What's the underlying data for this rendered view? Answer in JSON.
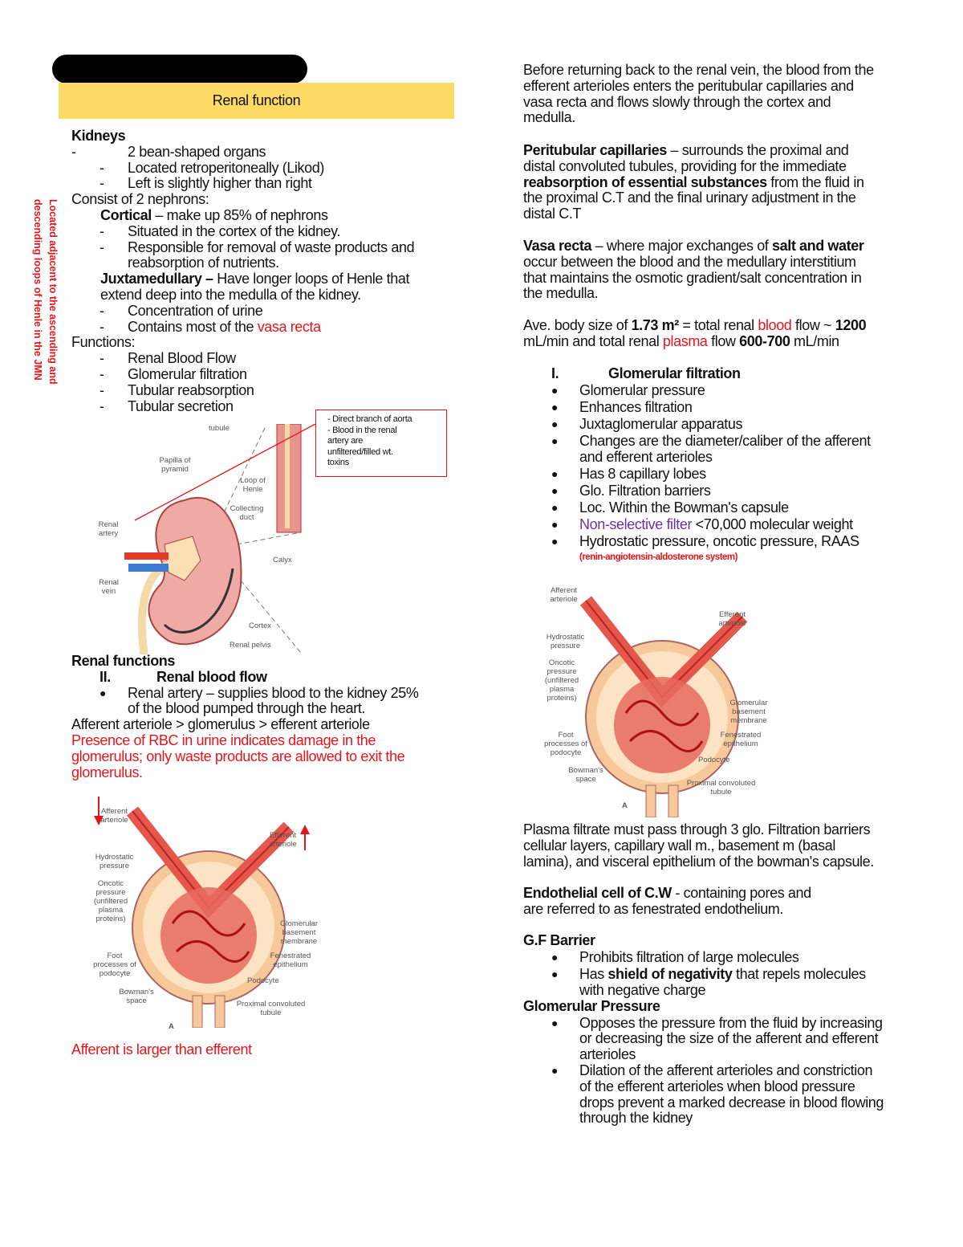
{
  "header": {
    "title": "Renal function",
    "accent": "#fdd966"
  },
  "side_note": {
    "lines": [
      "Located adjacent to the ascending and",
      "descending loops of Henle in the JMN"
    ]
  },
  "left": {
    "kidneys_heading": "Kidneys",
    "kidney_facts": [
      "2 bean-shaped organs",
      "Located retroperitoneally (Likod)",
      "Left is slightly higher than right"
    ],
    "nephrons_intro": "Consist of 2 nephrons:",
    "cortical": {
      "term": "Cortical",
      "desc": " – make up 85% of nephrons",
      "items": [
        "Situated in the cortex of the kidney.",
        "Responsible for removal of waste products and",
        "reabsorption of nutrients."
      ]
    },
    "juxta": {
      "term": "Juxtamedullary – ",
      "desc": "Have longer loops of Henle that",
      "desc2": "extend deep into the medulla of the kidney.",
      "items": [
        "Concentration of urine"
      ],
      "last_prefix": "Contains most of the ",
      "last_red": "vasa recta"
    },
    "functions_label": "Functions:",
    "functions": [
      "Renal Blood Flow",
      "Glomerular filtration",
      "Tubular reabsorption",
      "Tubular secretion"
    ],
    "callout": [
      "- Direct branch of aorta",
      "- Blood in the renal",
      "artery are",
      "unfiltered/filled wt.",
      "toxins"
    ],
    "kidney_diagram": {
      "labels": [
        "tubule",
        "Papilla of pyramid",
        "Loop of Henle",
        "Collecting duct",
        "Renal artery",
        "Calyx",
        "Renal vein",
        "Cortex",
        "Renal pelvis"
      ]
    },
    "renal_functions_heading": "Renal functions",
    "section2": {
      "num": "II.",
      "title": "Renal blood flow"
    },
    "renal_artery": [
      "Renal artery – supplies blood to the kidney 25%",
      "of the blood pumped through the heart."
    ],
    "path": "Afferent arteriole > glomerulus > efferent arteriole",
    "rbc_note": [
      "Presence of RBC in urine indicates damage in the",
      "glomerulus; only waste products are allowed to exit the",
      "glomerulus."
    ],
    "caption": "Afferent is larger than efferent"
  },
  "glomerulus_labels": {
    "afferent": "Afferent arteriole",
    "efferent": "Efferent arteriole",
    "hydrostatic": "Hydrostatic pressure",
    "oncotic": "Oncotic pressure (unfiltered plasma proteins)",
    "gbm": "Glomerular basement membrane",
    "fenestrated": "Fenestrated epithelium",
    "foot": "Foot processes of podocyte",
    "podocyte": "Podocyte",
    "bowman": "Bowman's space",
    "pct": "Proximal convoluted tubule",
    "fig": "A"
  },
  "right": {
    "intro": [
      "Before returning back to the renal vein, the blood from the",
      "efferent arterioles enters the peritubular capillaries and",
      "vasa recta and flows slowly through the cortex and",
      "medulla."
    ],
    "peritubular": {
      "term": "Peritubular capillaries",
      "l1": " – surrounds the proximal and",
      "l2": "distal convoluted tubules, providing for the immediate",
      "l3b": "reabsorption of essential substances",
      "l3": " from the fluid in",
      "l4": "the proximal C.T and the final urinary adjustment in the",
      "l5": "distal C.T"
    },
    "vasa": {
      "term": "Vasa recta",
      "l1": " – where major exchanges of ",
      "l1b": "salt and water",
      "l2": "occur between the blood and the medullary interstitium",
      "l3": "that maintains the osmotic gradient/salt concentration in",
      "l4": "the medulla."
    },
    "ave": {
      "p1": "Ave. body size of ",
      "bsa": "1.73 m²",
      "p2": " = total renal ",
      "blood": "blood",
      "p3": " flow ~ ",
      "rbf": "1200",
      "p4": "mL/min and total renal ",
      "plasma": "plasma",
      "p5": " flow ",
      "rpf": "600-700",
      "p6": " mL/min"
    },
    "section1": {
      "num": "I.",
      "title": "Glomerular filtration"
    },
    "gf_items": [
      "Glomerular pressure",
      "Enhances filtration",
      "Juxtaglomerular apparatus",
      "Changes are the diameter/caliber of the afferent",
      "and efferent arterioles",
      "Has 8 capillary lobes",
      "Glo. Filtration barriers",
      "Loc. Within the Bowman's capsule"
    ],
    "nonselective": {
      "purple": "Non-selective filter",
      "rest": " <70,000 molecular weight"
    },
    "pressures": "Hydrostatic pressure, oncotic pressure, RAAS",
    "raas": "(renin-angiotensin-aldosterone system)",
    "plasma_filtrate": [
      "Plasma filtrate must pass through 3 glo. Filtration barriers",
      "cellular layers, capillary wall m., basement m (basal",
      "lamina), and visceral epithelium of the bowman's capsule."
    ],
    "endo": {
      "term": "Endothelial cell of C.W",
      "l1": " - containing pores and",
      "l2": "are referred to as fenestrated endothelium."
    },
    "gf_barrier": {
      "heading": "G.F Barrier",
      "i1": "Prohibits filtration of large molecules",
      "i2a": "Has ",
      "i2b": "shield of negativity",
      "i2c": " that repels molecules",
      "i2d": "with negative charge"
    },
    "gp": {
      "heading": "Glomerular Pressure",
      "i1": [
        "Opposes the pressure from the fluid by increasing",
        "or decreasing the size of the afferent and efferent",
        "arterioles"
      ],
      "i2": [
        "Dilation of the afferent arterioles and constriction",
        "of the efferent arterioles when blood pressure",
        "drops prevent a marked decrease in blood flowing",
        "through the kidney"
      ]
    }
  }
}
